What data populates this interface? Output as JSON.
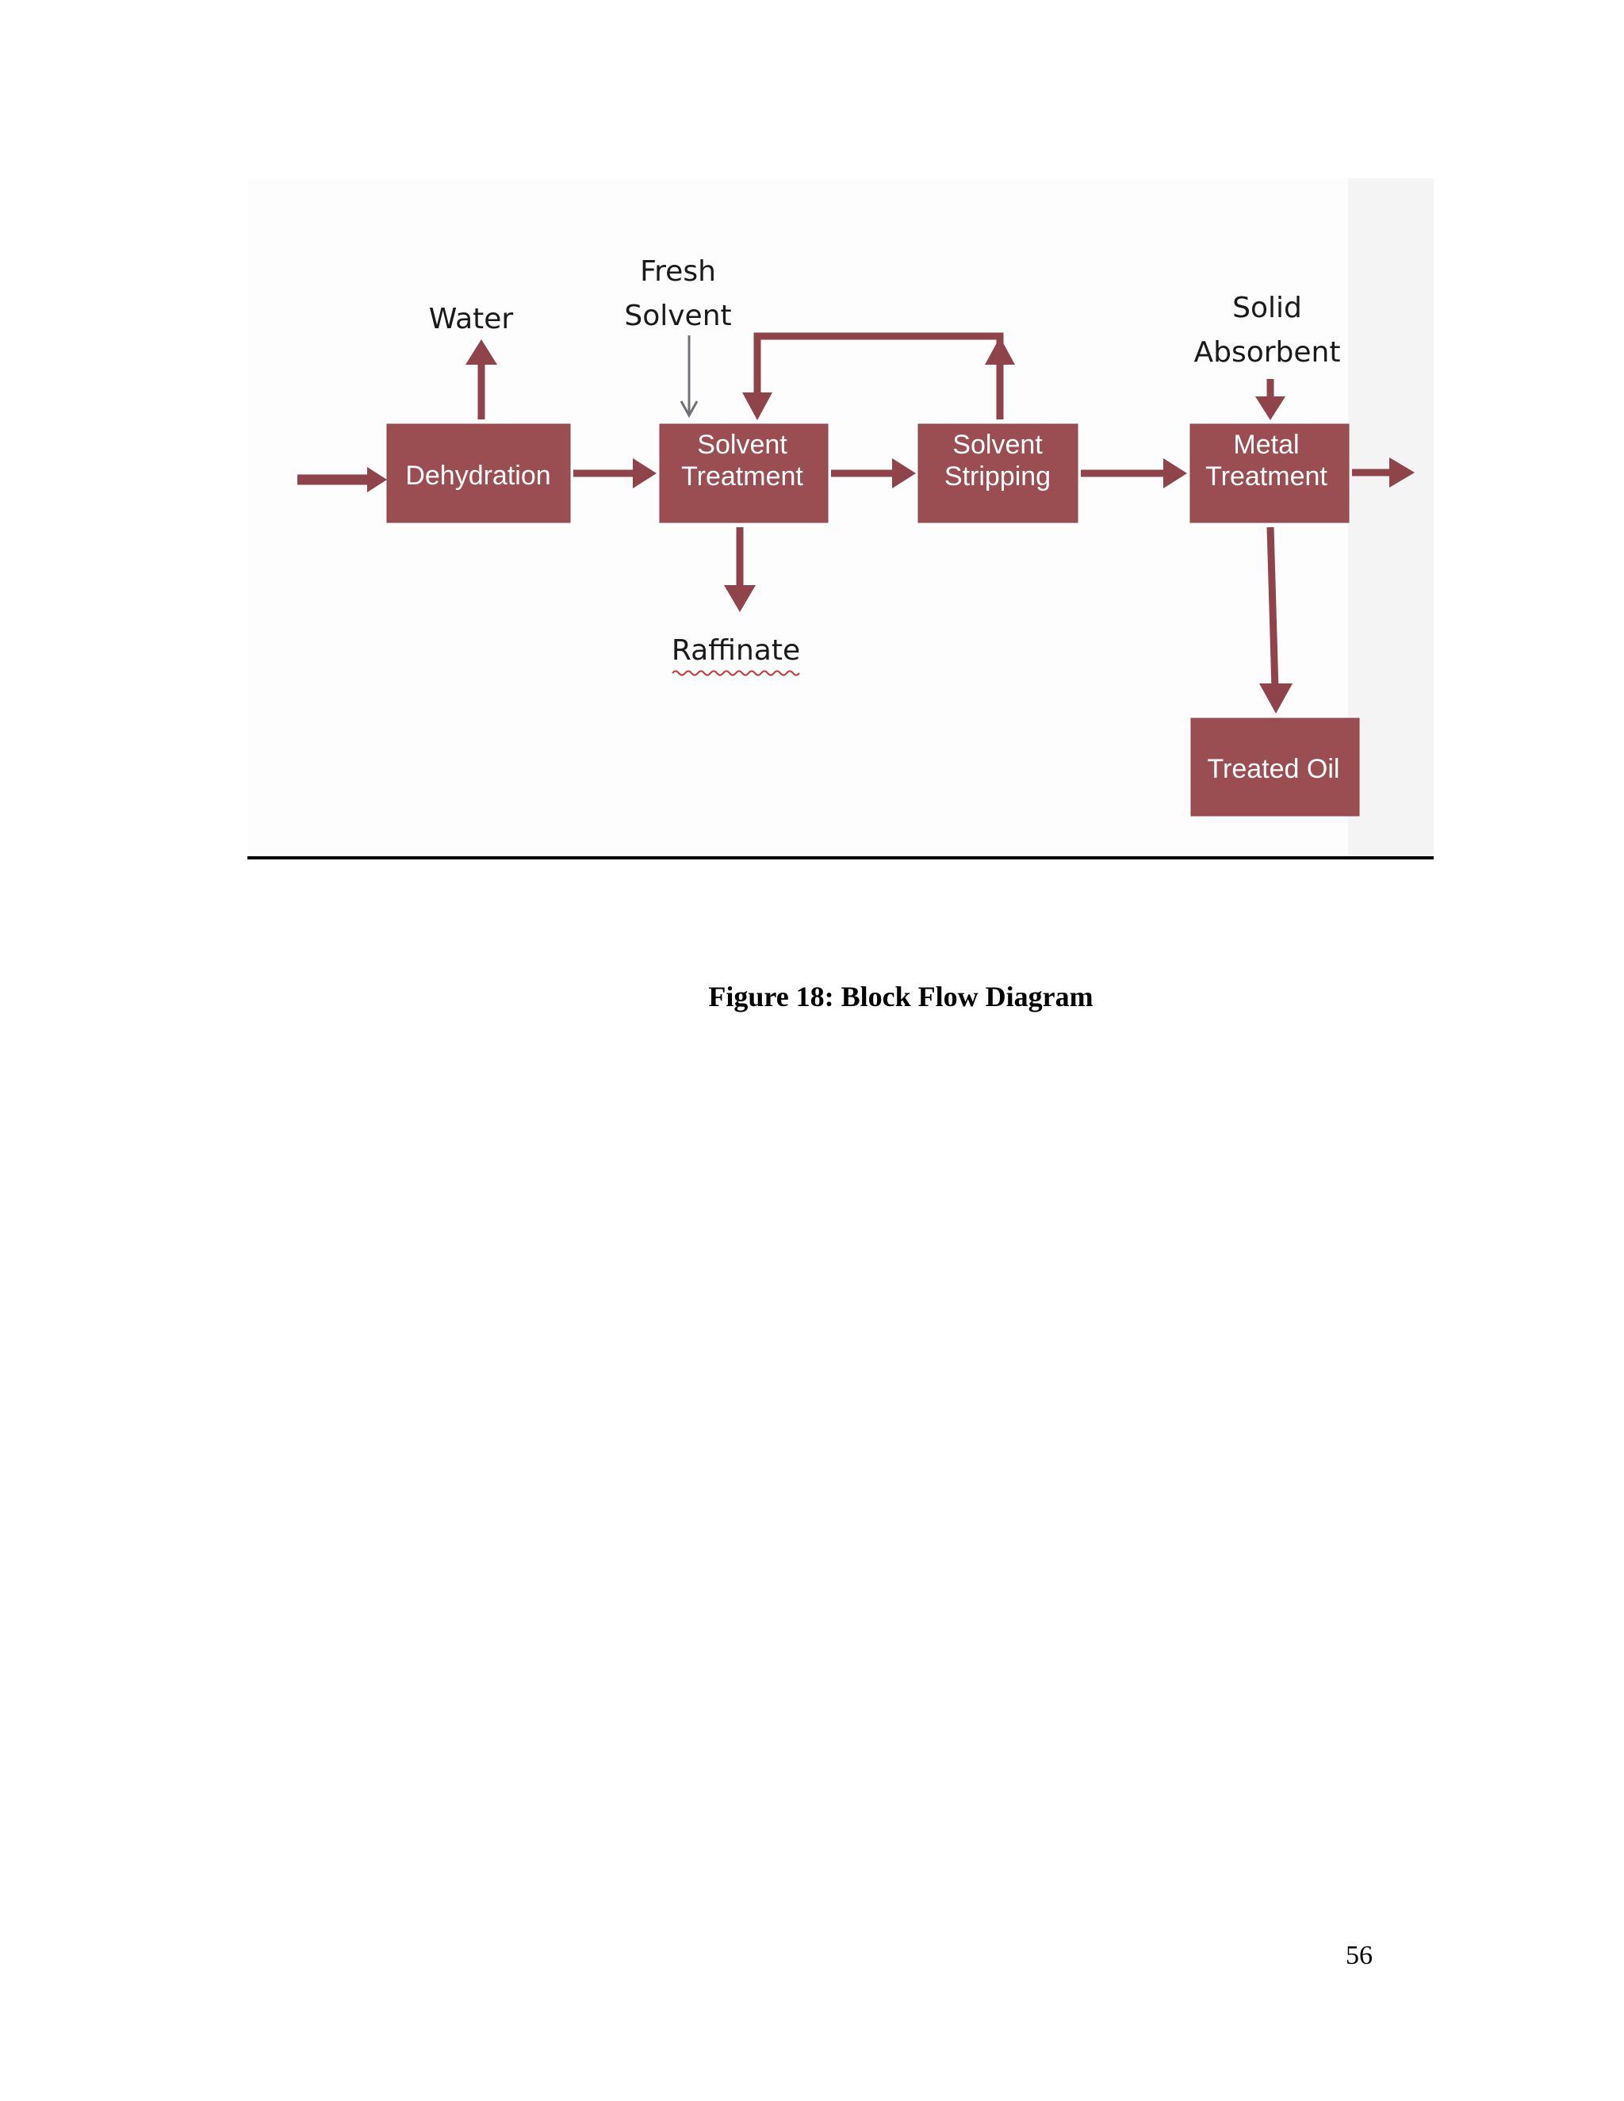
{
  "blocks": {
    "dehydration": "Dehydration",
    "solvent_treatment": [
      "Solvent",
      "Treatment"
    ],
    "solvent_stripping": [
      "Solvent",
      "Stripping"
    ],
    "metal_treatment": [
      "Metal",
      "Treatment"
    ],
    "treated_oil": "Treated Oil"
  },
  "streams": {
    "water": "Water",
    "fresh_solvent": [
      "Fresh",
      "Solvent"
    ],
    "solid_absorbent": [
      "Solid",
      "Absorbent"
    ],
    "raffinate": "Raffinate"
  },
  "caption": "Figure 18: Block Flow Diagram",
  "page_number": "56",
  "colors": {
    "block_fill": "#9a4e52",
    "arrow": "#8f434a",
    "feed_arrow": "#6f7377"
  }
}
